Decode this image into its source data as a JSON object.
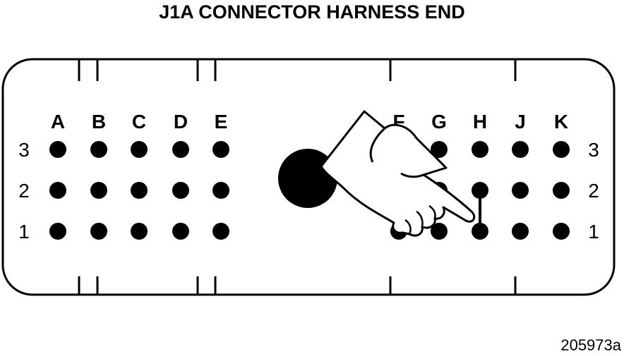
{
  "title": "J1A CONNECTOR HARNESS END",
  "figure_id": "205973a",
  "connector": {
    "columns_left": [
      "A",
      "B",
      "C",
      "D",
      "E"
    ],
    "columns_right": [
      "F",
      "G",
      "H",
      "J",
      "K"
    ],
    "rows": [
      "3",
      "2",
      "1"
    ]
  },
  "jumper": {
    "from": "H2",
    "to": "H1"
  },
  "icons": {
    "pointer": "pointing-hand-icon",
    "key": "polarizing-key-icon"
  }
}
